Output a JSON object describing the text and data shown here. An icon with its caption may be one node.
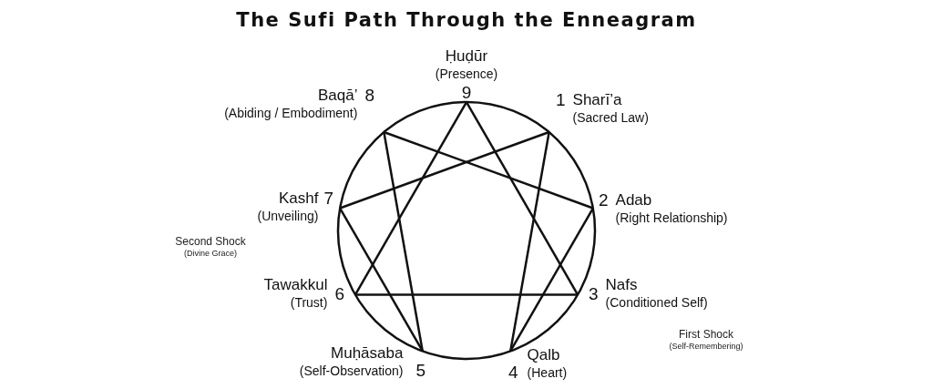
{
  "diagram": {
    "title": "The Sufi Path Through the Enneagram",
    "nodes": [
      {
        "text": [
          "Ḥuḍūr",
          "(Presence)",
          "9"
        ]
      },
      {
        "text": [
          "1",
          "Sharī’a",
          "(Sacred Law)"
        ]
      },
      {
        "text": [
          "2",
          "Adab",
          "(Right Relationship)"
        ]
      },
      {
        "text": [
          "3",
          "Nafs",
          "(Conditioned Self)"
        ]
      },
      {
        "text": [
          "4",
          "Qalb",
          "(Heart)"
        ]
      },
      {
        "text": [
          "5",
          "Muḥāsaba",
          "(Self-Observation)"
        ]
      },
      {
        "text": [
          "6",
          "Tawakkul",
          "(Trust)"
        ]
      },
      {
        "text": [
          "Kashf",
          "7",
          "(Unveiling)"
        ]
      },
      {
        "text": [
          "Baqā’",
          "8",
          "(Abiding / Embodiment)"
        ]
      }
    ],
    "edges": [
      {
        "from": 0,
        "to": 3,
        "arrow": "none"
      },
      {
        "from": 3,
        "to": 6,
        "arrow": "none"
      },
      {
        "from": 6,
        "to": 0,
        "arrow": "none"
      },
      {
        "from": 1,
        "to": 4,
        "arrow": "none"
      },
      {
        "from": 4,
        "to": 2,
        "arrow": "none"
      },
      {
        "from": 2,
        "to": 8,
        "arrow": "none"
      },
      {
        "from": 8,
        "to": 5,
        "arrow": "none"
      },
      {
        "from": 5,
        "to": 7,
        "arrow": "none"
      },
      {
        "from": 7,
        "to": 1,
        "arrow": "none"
      }
    ],
    "labels": [
      "Second Shock",
      "(Divine Grace)",
      "First Shock",
      "(Self-Remembering)"
    ]
  }
}
